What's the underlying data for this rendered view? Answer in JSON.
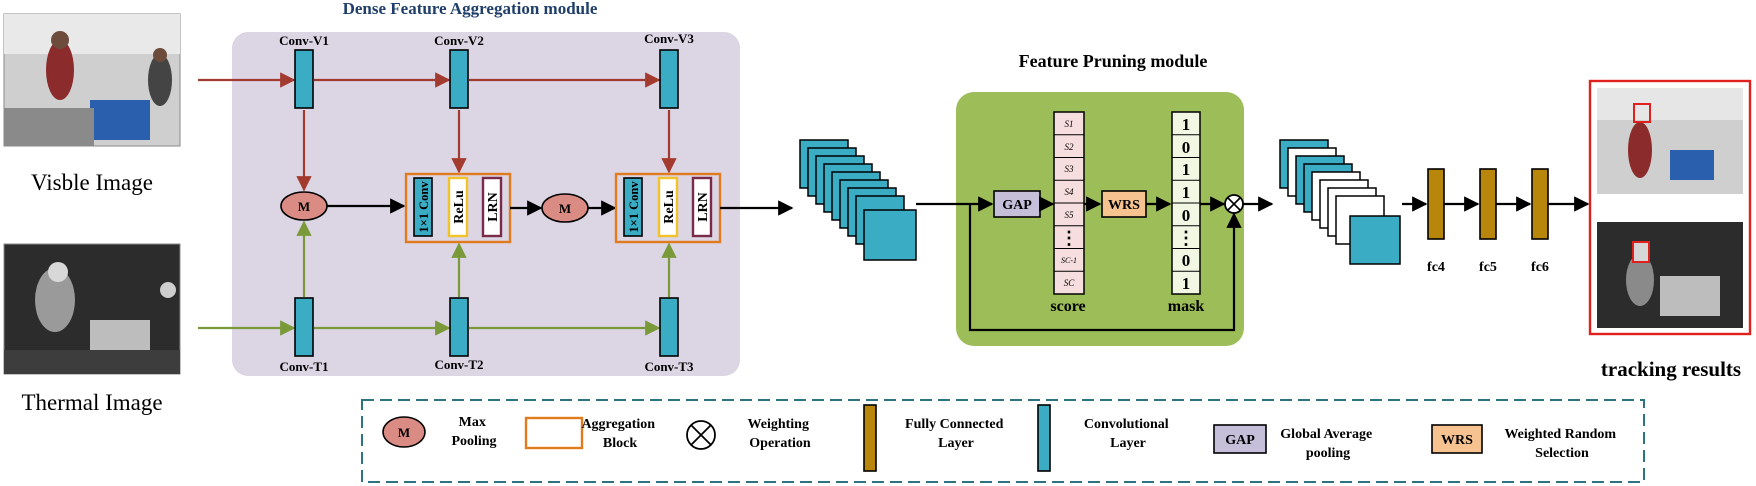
{
  "titles": {
    "dfa_module": "Dense Feature Aggregation module",
    "fp_module": "Feature Pruning module",
    "tracking_results": "tracking results"
  },
  "inputs": {
    "visible_caption": "Visble Image",
    "thermal_caption": "Thermal Image"
  },
  "conv_visible": [
    "Conv-V1",
    "Conv-V2",
    "Conv-V3"
  ],
  "conv_thermal": [
    "Conv-T1",
    "Conv-T2",
    "Conv-T3"
  ],
  "nodes": {
    "max_pool": "M",
    "agg_conv": "1×1 Conv",
    "agg_relu": "ReLu",
    "agg_lrn": "LRN",
    "gap": "GAP",
    "wrs": "WRS",
    "weight_op": "⊗"
  },
  "score": {
    "label": "score",
    "cells": [
      "S1",
      "S2",
      "S3",
      "S4",
      "S5",
      "⋮",
      "SC-1",
      "SC"
    ]
  },
  "mask": {
    "label": "mask",
    "cells": [
      "1",
      "0",
      "1",
      "1",
      "0",
      "⋮",
      "0",
      "1"
    ]
  },
  "fc_layers": [
    "fc4",
    "fc5",
    "fc6"
  ],
  "legend": {
    "max_pooling": "Max Pooling",
    "aggregation_block": "Aggregation Block",
    "weighting_operation": "Weighting Operation",
    "fully_connected": "Fully Connected Layer",
    "convolutional": "Convolutional Layer",
    "gap_desc": "Global Average pooling",
    "wrs_desc": "Weighted Random Selection"
  },
  "colors": {
    "conv": "#3aacc4",
    "fc": "#b8860b",
    "dfa_bg": "#dcd5e4",
    "fp_bg": "#9cbd57",
    "visible_arrow": "#a33a2f",
    "thermal_arrow": "#7a9a3a",
    "maxpool_fill": "#d98b84",
    "agg_border": "#e07c1e",
    "gap_fill": "#c5bfd9",
    "wrs_fill": "#f6c28f",
    "score_fill": "#f5dedd",
    "mask_fill": "#f2f7e4",
    "results_border": "#e0201c"
  }
}
